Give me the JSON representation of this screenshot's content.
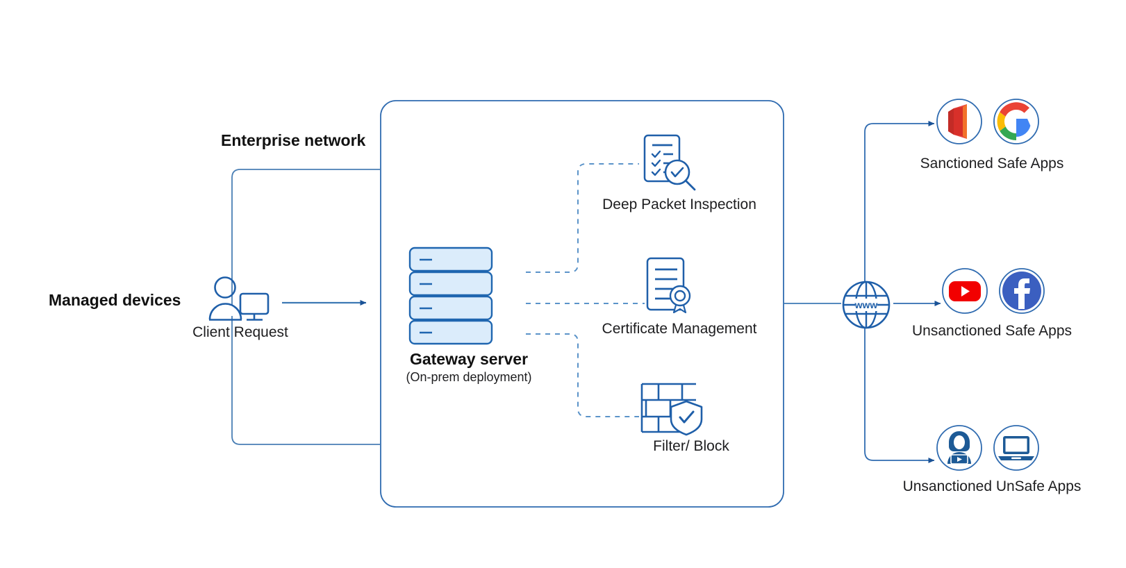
{
  "diagram": {
    "title_nodes": {
      "managed_devices": "Managed devices",
      "enterprise_network": "Enterprise network"
    },
    "client": {
      "label": "Client Request",
      "icon": "user-with-monitor-icon"
    },
    "gateway": {
      "label": "Gateway server",
      "sublabel": "(On-prem deployment)",
      "icon": "server-stack-icon",
      "rack_units": 4
    },
    "features": [
      {
        "id": "deep-packet-inspection",
        "label": "Deep Packet Inspection",
        "icon": "checklist-magnifier-icon"
      },
      {
        "id": "certificate-management",
        "label": "Certificate Management",
        "icon": "certificate-seal-icon"
      },
      {
        "id": "filter-block",
        "label": "Filter/ Block",
        "icon": "firewall-shield-icon"
      }
    ],
    "internet": {
      "label": "www",
      "icon": "globe-www-icon"
    },
    "destinations": [
      {
        "id": "sanctioned-safe-apps",
        "label": "Sanctioned Safe Apps",
        "apps": [
          {
            "name": "office-365-icon",
            "title": "Office 365"
          },
          {
            "name": "google-icon",
            "title": "Google"
          }
        ]
      },
      {
        "id": "unsanctioned-safe-apps",
        "label": "Unsanctioned Safe Apps",
        "apps": [
          {
            "name": "youtube-icon",
            "title": "YouTube"
          },
          {
            "name": "facebook-icon",
            "title": "Facebook"
          }
        ]
      },
      {
        "id": "unsanctioned-unsafe-apps",
        "label": "Unsanctioned UnSafe Apps",
        "apps": [
          {
            "name": "hacker-icon",
            "title": "Hacker"
          },
          {
            "name": "laptop-icon",
            "title": "Laptop"
          }
        ]
      }
    ],
    "colors": {
      "line": "#2f6bb0",
      "line_light": "#4a7fb5",
      "arrow": "#1a5296",
      "icon_stroke": "#1f5fa9",
      "server_fill": "#dbecfb",
      "server_stroke": "#1f66b0",
      "dashed": "#5b93c9",
      "text": "#1d1d1f",
      "background": "#ffffff"
    }
  }
}
